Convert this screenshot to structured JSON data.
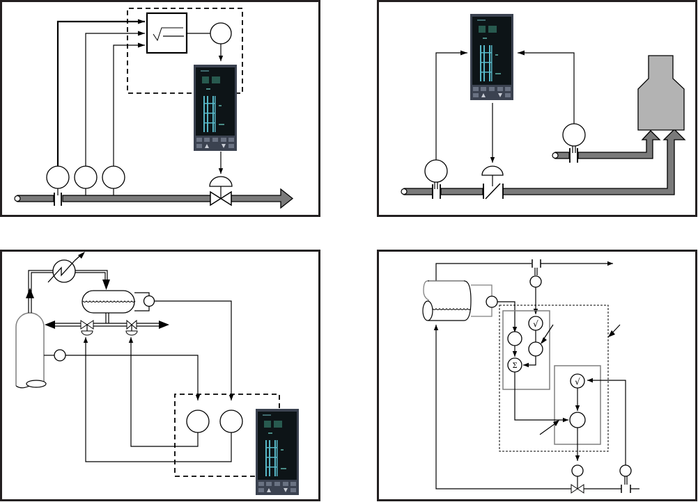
{
  "figure": {
    "title": "",
    "panels": [
      {
        "id": "top-left",
        "description": "Mass flow compensation: three transmitters feed square-root computing block, output to flow controller which drives control valve",
        "functions": {
          "computing_block_symbol": "√"
        }
      },
      {
        "id": "top-right",
        "description": "Ratio control of fuel/air to a furnace: two flow transmitters feed controller which drives a damper",
        "functions": {}
      },
      {
        "id": "bottom-left",
        "description": "Distillation column with condenser, reflux drum, level and temperature loops in a dual-loop controller",
        "functions": {}
      },
      {
        "id": "bottom-right",
        "description": "Three-element drum level control with feedforward summation and square-root extractors",
        "functions": {
          "sqrt_symbol": "√",
          "sum_symbol": "Σ"
        }
      }
    ],
    "controller": {
      "color_bezel": "#3b4250",
      "color_screen": "#0d1417",
      "color_bars": "#58b8c8"
    },
    "colors": {
      "pipe": "#7a7a7a",
      "furnace": "#b3b3b3",
      "frame": "#231f20",
      "group_box": "#7f7f7f"
    }
  }
}
